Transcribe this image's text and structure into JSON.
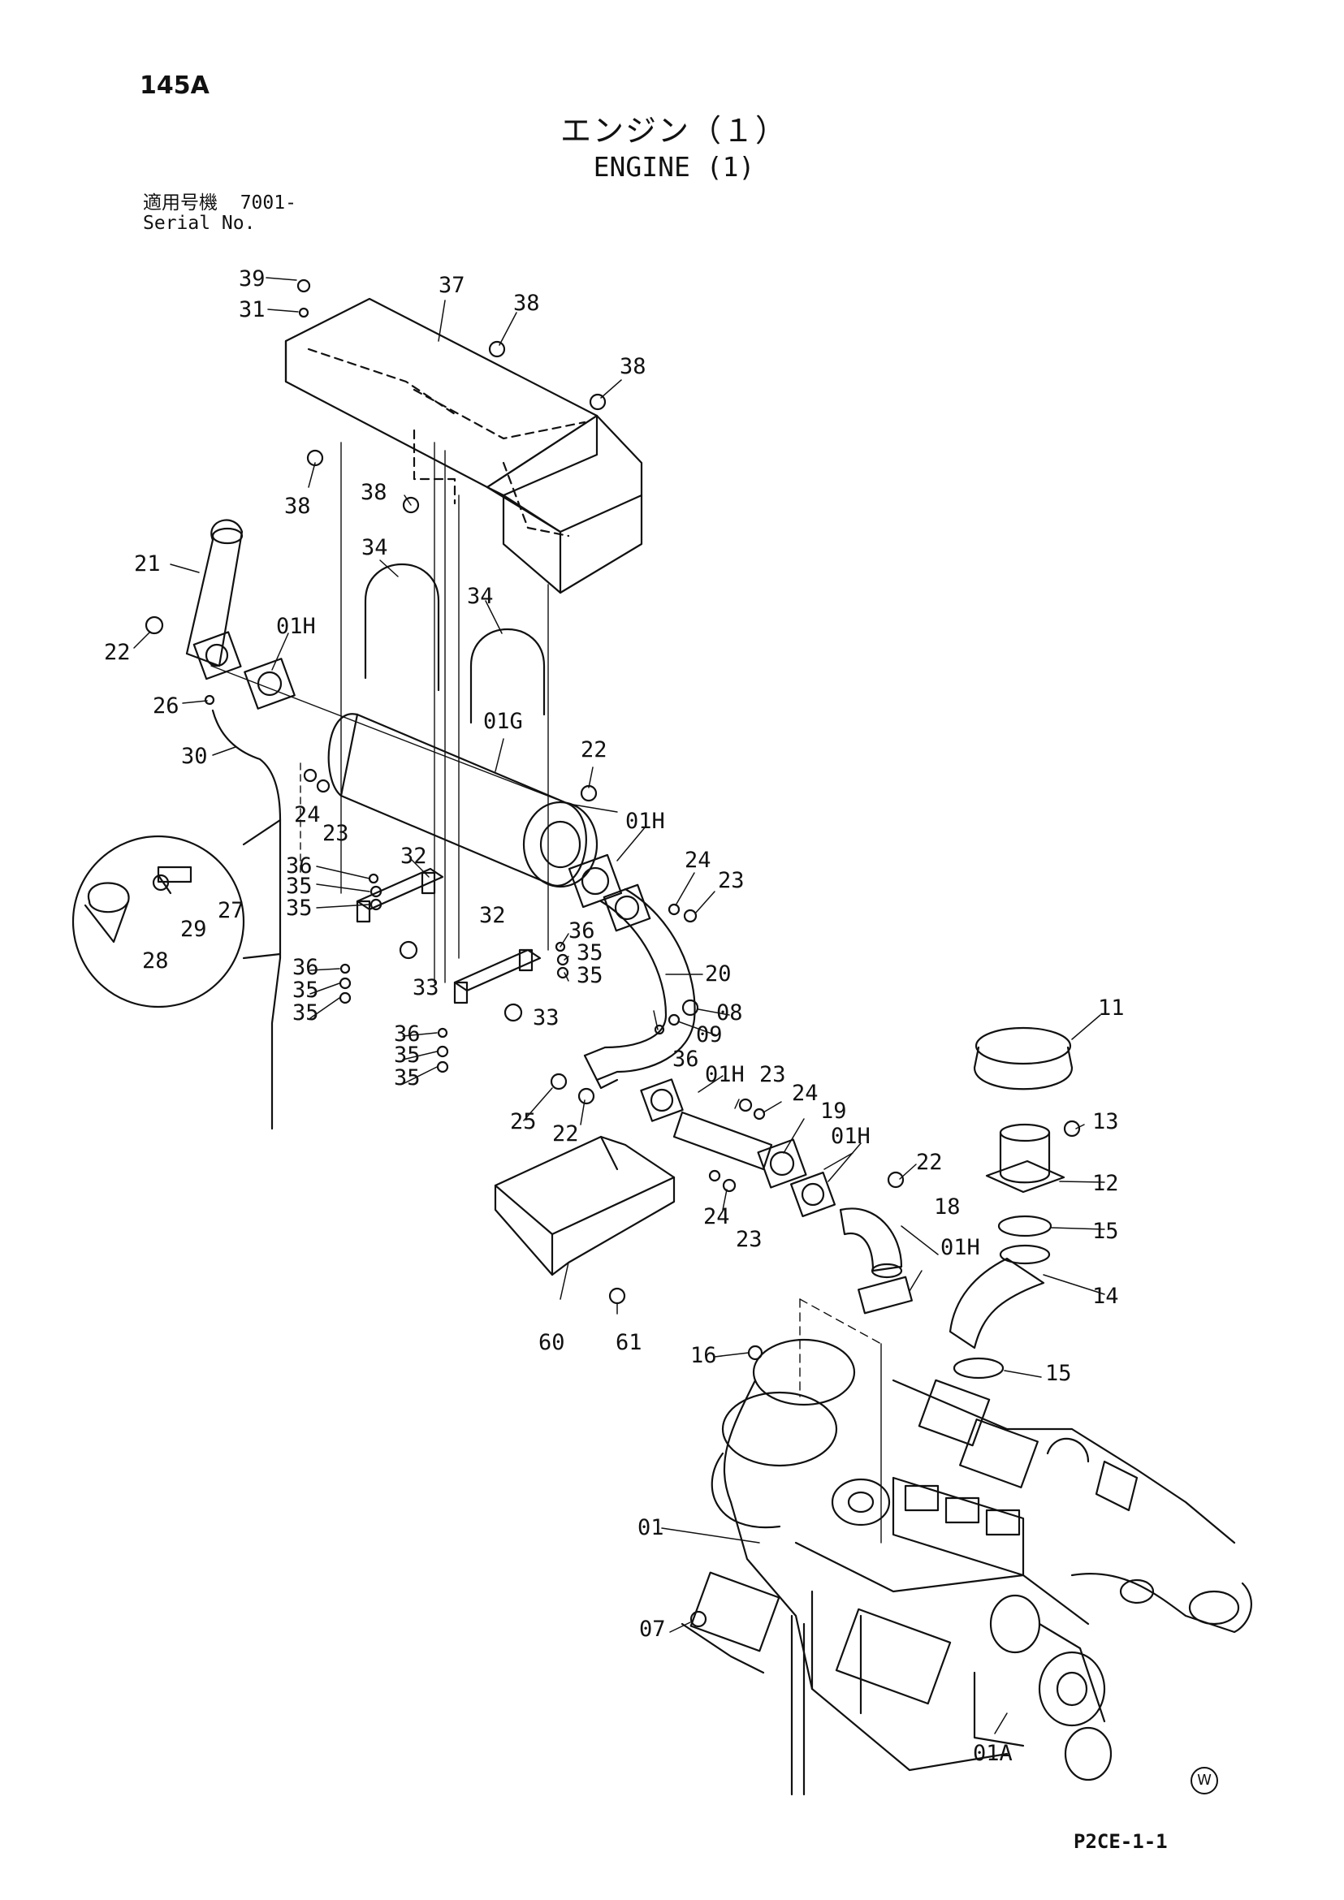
{
  "header": {
    "page_number": "145A",
    "title_jp": "エンジン（１）",
    "title_en": "ENGINE (1)",
    "serial_jp_label": "適用号機",
    "serial_value": "7001-",
    "serial_en_label": "Serial No."
  },
  "footer": {
    "reference_code": "P2CE-1-1",
    "watermark_symbol": "W"
  },
  "part_labels": [
    "39",
    "31",
    "37",
    "38",
    "38",
    "38",
    "38",
    "21",
    "34",
    "34",
    "22",
    "01H",
    "26",
    "01G",
    "30",
    "22",
    "24",
    "23",
    "01H",
    "24",
    "23",
    "36",
    "35",
    "35",
    "32",
    "27",
    "29",
    "28",
    "32",
    "36",
    "35",
    "35",
    "36",
    "35",
    "35",
    "33",
    "20",
    "33",
    "36",
    "35",
    "35",
    "08",
    "09",
    "36",
    "11",
    "23",
    "01H",
    "24",
    "25",
    "22",
    "19",
    "13",
    "01H",
    "22",
    "12",
    "24",
    "23",
    "18",
    "15",
    "14",
    "01H",
    "60",
    "61",
    "16",
    "15",
    "01",
    "07",
    "01A"
  ]
}
